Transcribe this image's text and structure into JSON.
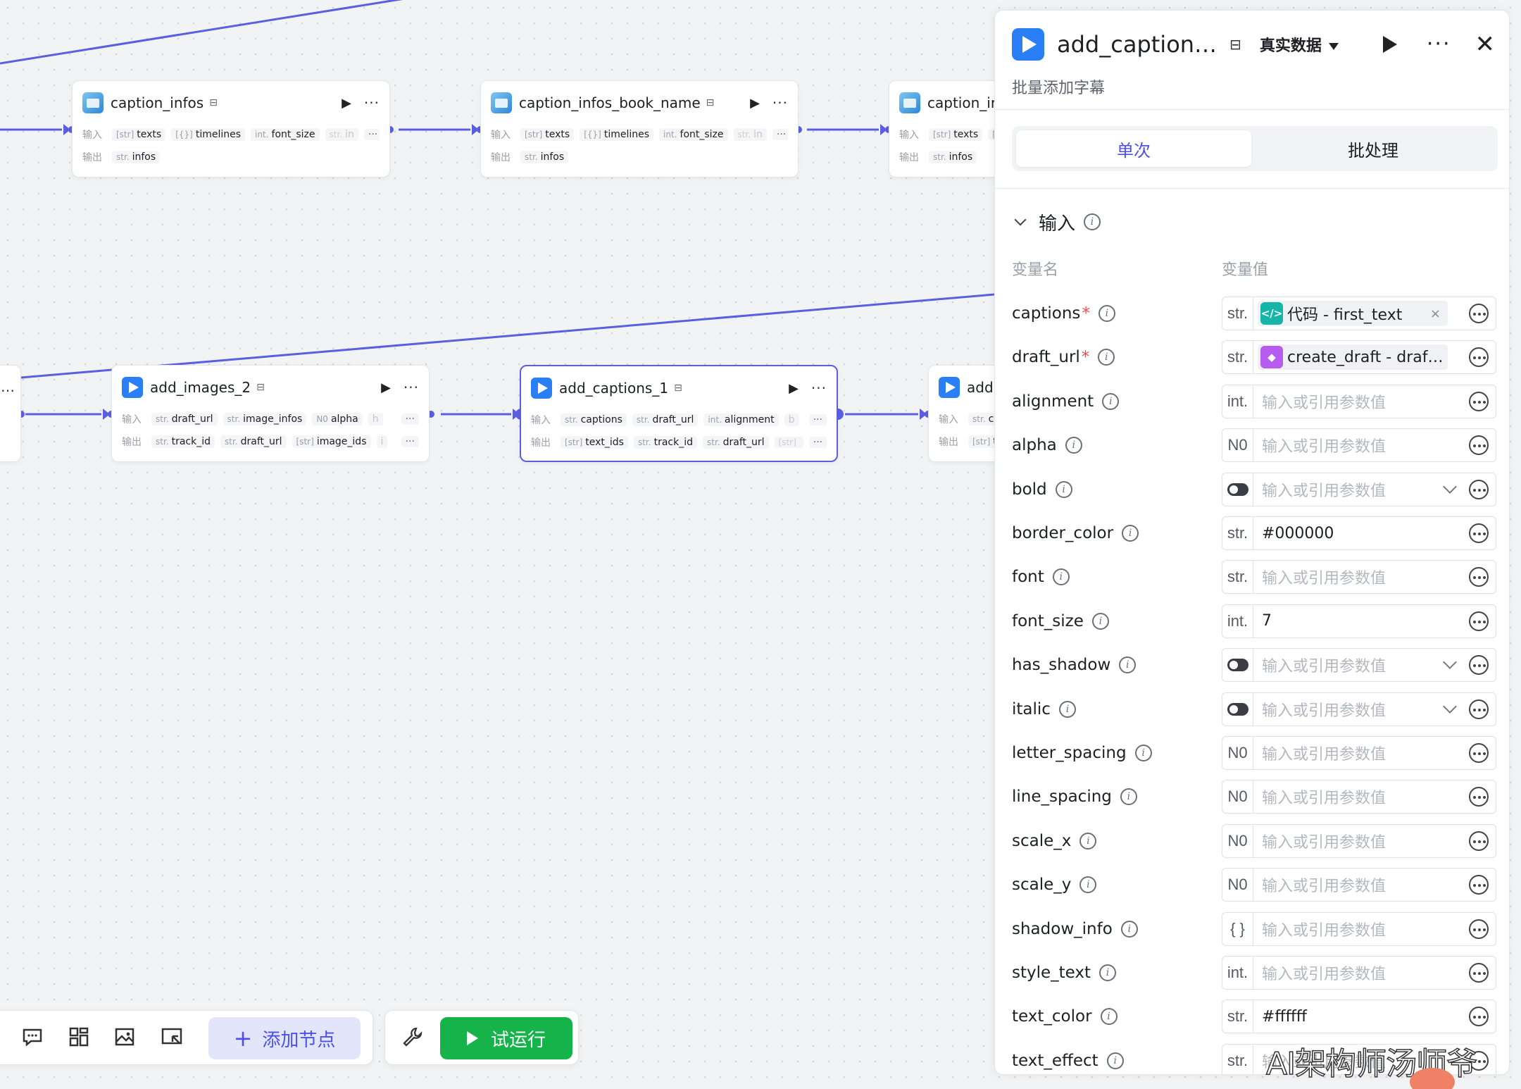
{
  "nodes": {
    "caption_infos": {
      "title": "caption_infos",
      "in_label": "输入",
      "out_label": "输出",
      "inputs": [
        {
          "type": "[str]",
          "name": "texts"
        },
        {
          "type": "[{}]",
          "name": "timelines"
        },
        {
          "type": "int.",
          "name": "font_size"
        },
        {
          "type": "str.",
          "name": "in"
        }
      ],
      "outputs": [
        {
          "type": "str.",
          "name": "infos"
        }
      ]
    },
    "caption_infos_book_name": {
      "title": "caption_infos_book_name",
      "in_label": "输入",
      "out_label": "输出",
      "inputs": [
        {
          "type": "[str]",
          "name": "texts"
        },
        {
          "type": "[{}]",
          "name": "timelines"
        },
        {
          "type": "int.",
          "name": "font_size"
        },
        {
          "type": "str.",
          "name": "in"
        }
      ],
      "outputs": [
        {
          "type": "str.",
          "name": "infos"
        }
      ]
    },
    "caption_infos_3": {
      "title": "caption_ir",
      "in_label": "输入",
      "out_label": "输出",
      "inputs": [
        {
          "type": "[str]",
          "name": "texts"
        },
        {
          "type": "[{}]",
          "name": ""
        }
      ],
      "outputs": [
        {
          "type": "str.",
          "name": "infos"
        }
      ]
    },
    "add_images_2": {
      "title": "add_images_2",
      "in_label": "输入",
      "out_label": "输出",
      "inputs": [
        {
          "type": "str.",
          "name": "draft_url"
        },
        {
          "type": "str.",
          "name": "image_infos"
        },
        {
          "type": "N0",
          "name": "alpha"
        },
        {
          "type": "",
          "name": "h"
        }
      ],
      "outputs": [
        {
          "type": "str.",
          "name": "track_id"
        },
        {
          "type": "str.",
          "name": "draft_url"
        },
        {
          "type": "[str]",
          "name": "image_ids"
        },
        {
          "type": "",
          "name": "i"
        }
      ]
    },
    "add_captions_1": {
      "title": "add_captions_1",
      "in_label": "输入",
      "out_label": "输出",
      "inputs": [
        {
          "type": "str.",
          "name": "captions"
        },
        {
          "type": "str.",
          "name": "draft_url"
        },
        {
          "type": "int.",
          "name": "alignment"
        },
        {
          "type": "",
          "name": "b"
        }
      ],
      "outputs": [
        {
          "type": "[str]",
          "name": "text_ids"
        },
        {
          "type": "str.",
          "name": "track_id"
        },
        {
          "type": "str.",
          "name": "draft_url"
        },
        {
          "type": "[str]",
          "name": "s"
        }
      ]
    },
    "add_partial": {
      "title": "add",
      "in_label": "输入",
      "out_label": "输出",
      "inputs": [
        {
          "type": "str.",
          "name": "ca"
        }
      ],
      "outputs": [
        {
          "type": "[str]",
          "name": "te"
        }
      ]
    },
    "left_partial": {
      "more": "…"
    }
  },
  "toolbar": {
    "icons": [
      "comment-icon",
      "grid-icon",
      "image-icon",
      "minimap-icon"
    ],
    "add_node_label": "添加节点",
    "add_node_plus": "+",
    "test_run_label": "试运行",
    "tool_icon": "wrench-icon"
  },
  "panel": {
    "title": "add_caption…",
    "mode": "真实数据",
    "subtitle": "批量添加字幕",
    "close": "✕",
    "more": "···",
    "tabs": [
      "单次",
      "批处理"
    ],
    "section": "输入",
    "col_name": "变量名",
    "col_value": "变量值",
    "params": [
      {
        "name": "captions",
        "required": true,
        "type": "str.",
        "kind": "ref",
        "ref_icon": "code",
        "ref_text": "代码 - first_text",
        "ref_close": "×"
      },
      {
        "name": "draft_url",
        "required": true,
        "type": "str.",
        "kind": "ref",
        "ref_icon": "pkg",
        "ref_text": "create_draft - draf…",
        "ref_close": "×"
      },
      {
        "name": "alignment",
        "type": "int.",
        "kind": "input",
        "placeholder": "输入或引用参数值"
      },
      {
        "name": "alpha",
        "type": "N0",
        "kind": "input",
        "placeholder": "输入或引用参数值"
      },
      {
        "name": "bold",
        "type": "toggle",
        "kind": "select",
        "placeholder": "输入或引用参数值"
      },
      {
        "name": "border_color",
        "type": "str.",
        "kind": "value",
        "value": "#000000"
      },
      {
        "name": "font",
        "type": "str.",
        "kind": "input",
        "placeholder": "输入或引用参数值"
      },
      {
        "name": "font_size",
        "type": "int.",
        "kind": "value",
        "value": "7"
      },
      {
        "name": "has_shadow",
        "type": "toggle",
        "kind": "select",
        "placeholder": "输入或引用参数值"
      },
      {
        "name": "italic",
        "type": "toggle",
        "kind": "select",
        "placeholder": "输入或引用参数值"
      },
      {
        "name": "letter_spacing",
        "type": "N0",
        "kind": "input",
        "placeholder": "输入或引用参数值"
      },
      {
        "name": "line_spacing",
        "type": "N0",
        "kind": "input",
        "placeholder": "输入或引用参数值"
      },
      {
        "name": "scale_x",
        "type": "N0",
        "kind": "input",
        "placeholder": "输入或引用参数值"
      },
      {
        "name": "scale_y",
        "type": "N0",
        "kind": "input",
        "placeholder": "输入或引用参数值"
      },
      {
        "name": "shadow_info",
        "type": "{ }",
        "kind": "input",
        "placeholder": "输入或引用参数值"
      },
      {
        "name": "style_text",
        "type": "int.",
        "kind": "input",
        "placeholder": "输入或引用参数值"
      },
      {
        "name": "text_color",
        "type": "str.",
        "kind": "value",
        "value": "#ffffff"
      },
      {
        "name": "text_effect",
        "type": "str.",
        "kind": "input",
        "placeholder": "输入或引用参数值"
      }
    ]
  },
  "watermark": "AI架构师汤师爷",
  "colors": {
    "accent": "#4b50e6",
    "run": "#16b24a",
    "edge": "#5a5fe0"
  }
}
